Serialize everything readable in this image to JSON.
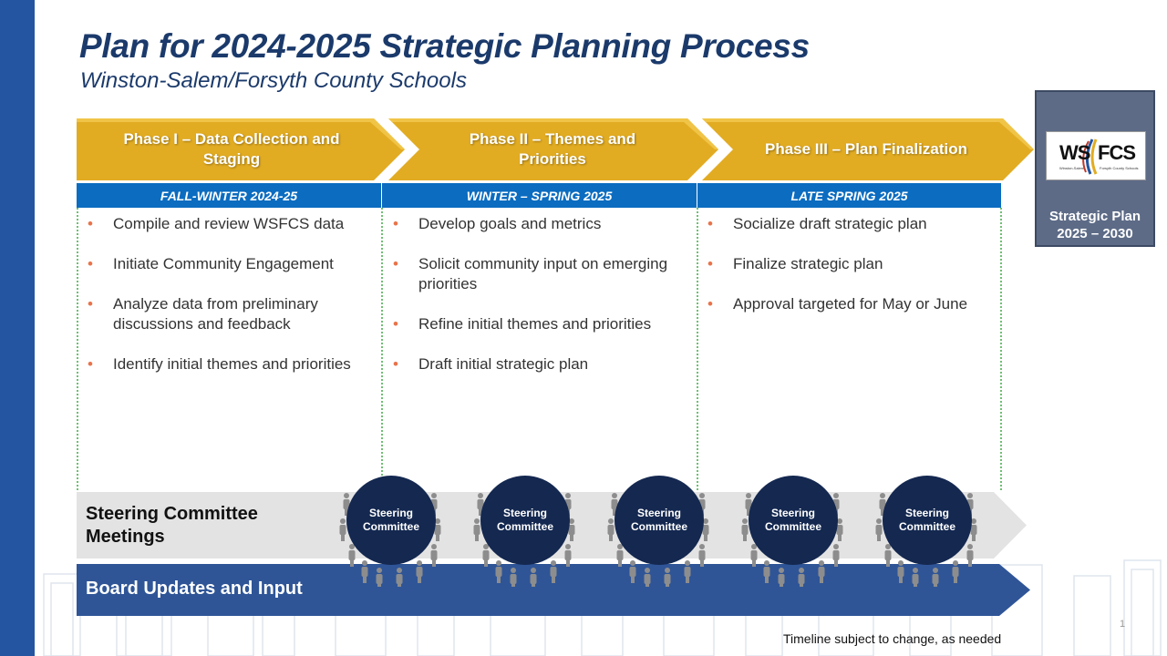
{
  "title": "Plan for 2024-2025 Strategic Planning Process",
  "subtitle": "Winston-Salem/Forsyth County Schools",
  "colors": {
    "accent_bar": "#2355a0",
    "phase_arrow": "#e2ac22",
    "season_band": "#0b6cc0",
    "title": "#1b3a6b",
    "bullet": "#e8734a",
    "divider": "#6fbf73",
    "steering_band": "#e3e3e3",
    "board_band": "#2f5597",
    "circle": "#142850",
    "plan_box": "#5d6b87"
  },
  "phases": [
    {
      "label": "Phase I – Data Collection and Staging",
      "season": "FALL-WINTER 2024-25",
      "bullets": [
        "Compile and review WSFCS data",
        "Initiate Community Engagement",
        "Analyze data from preliminary discussions and feedback",
        "Identify initial themes and priorities"
      ]
    },
    {
      "label": "Phase II – Themes and Priorities",
      "season": "WINTER – SPRING 2025",
      "bullets": [
        "Develop goals and metrics",
        "Solicit community input on emerging priorities",
        "Refine initial themes and priorities",
        "Draft initial strategic plan"
      ]
    },
    {
      "label": "Phase III – Plan Finalization",
      "season": "LATE SPRING 2025",
      "bullets": [
        "Socialize draft strategic plan",
        "Finalize strategic plan",
        "Approval targeted for May or June"
      ]
    }
  ],
  "steering": {
    "label": "Steering Committee Meetings",
    "meetings": [
      "Steering Committee",
      "Steering Committee",
      "Steering Committee",
      "Steering Committee",
      "Steering Committee"
    ]
  },
  "board": {
    "label": "Board Updates and Input"
  },
  "plan_box": {
    "logo_ws": "WS",
    "logo_fcs": "FCS",
    "logo_sub_left": "Winston-Salem",
    "logo_sub_right": "Forsyth County Schools",
    "label": "Strategic Plan 2025 – 2030"
  },
  "footnote": "Timeline subject to change, as needed",
  "page_number": "1"
}
